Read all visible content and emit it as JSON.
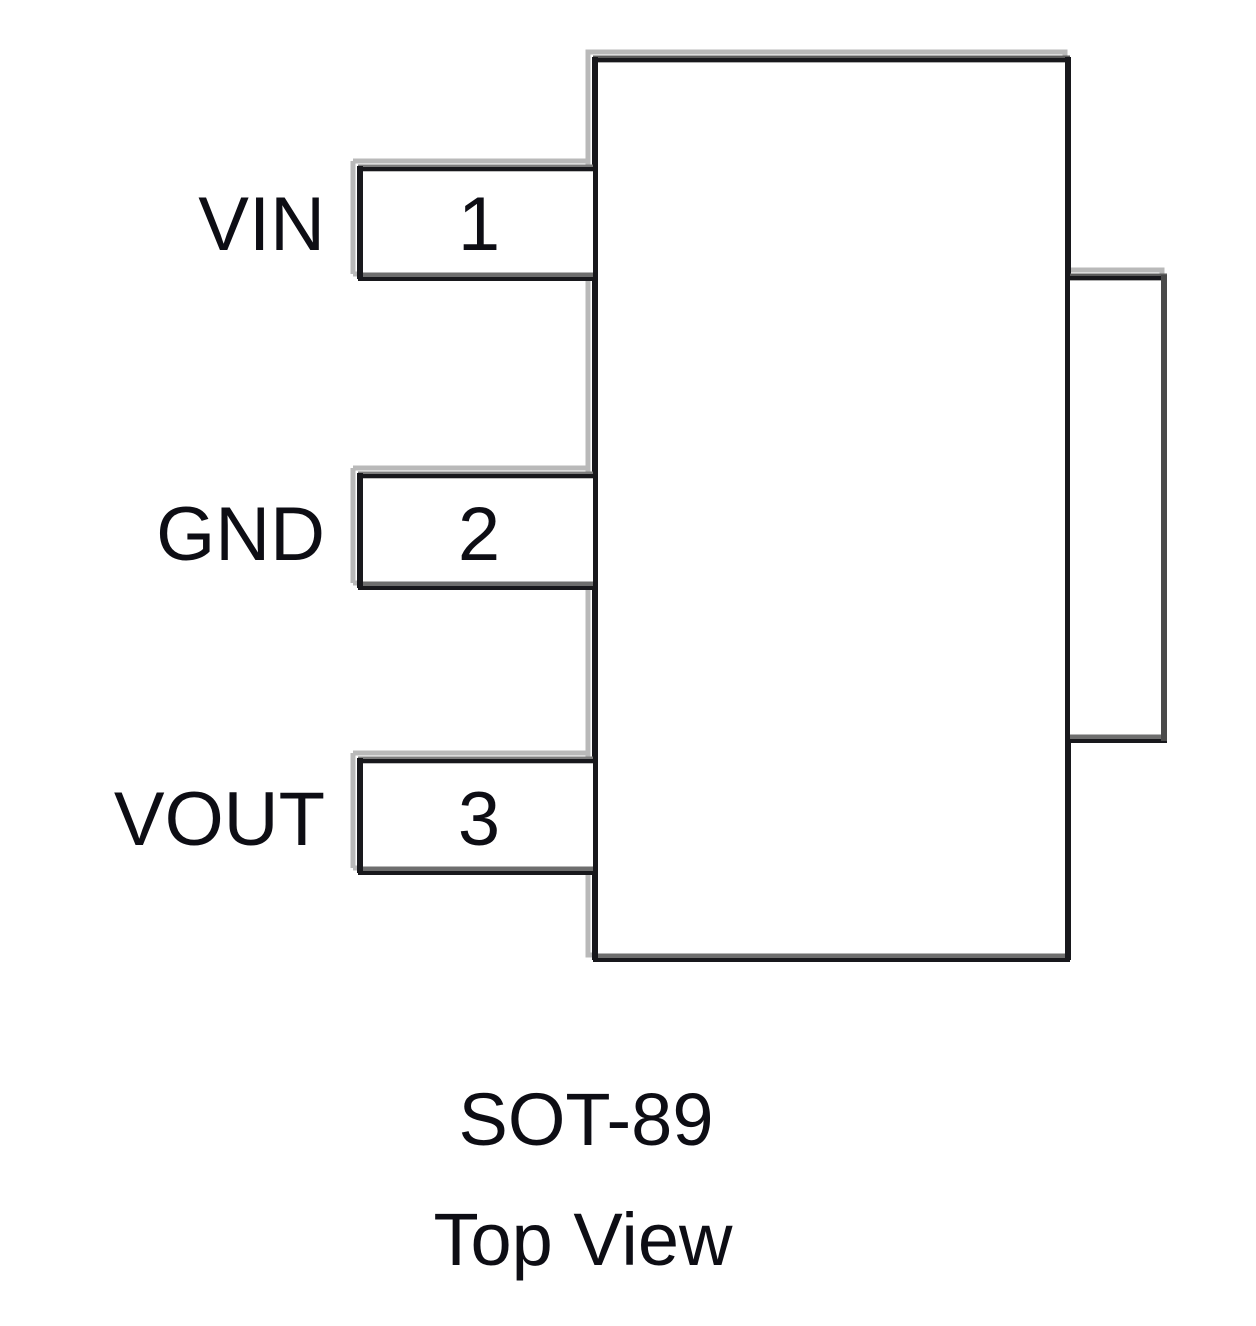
{
  "diagram": {
    "title": "SOT-89",
    "caption_primary": "SOT-89",
    "caption_secondary": "Top View",
    "package_body_name": "package-body",
    "thermal_tab_name": "thermal-tab"
  },
  "pins": [
    {
      "number": "1",
      "label": "VIN"
    },
    {
      "number": "2",
      "label": "GND"
    },
    {
      "number": "3",
      "label": "VOUT"
    }
  ],
  "colors": {
    "outline_dark": "#18181c",
    "outline_shadow": "#b9b9b9",
    "outline_mid": "#4a4a4a",
    "text": "#0d0d14",
    "background": "#ffffff"
  }
}
